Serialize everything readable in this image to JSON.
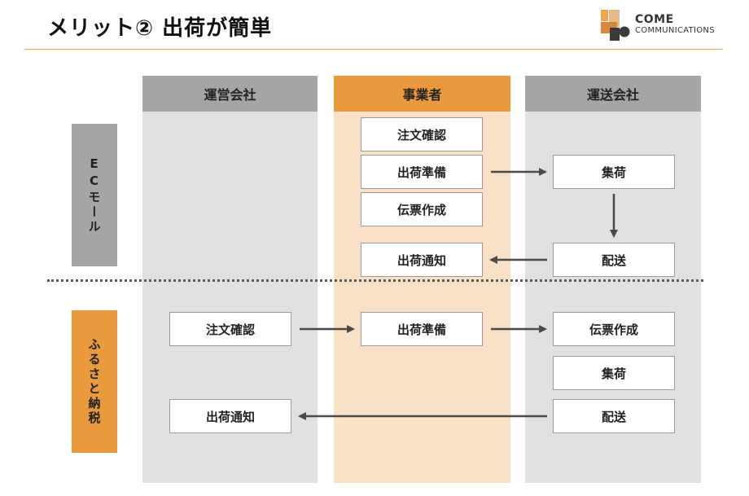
{
  "slide": {
    "title": "メリット② 出荷が簡単"
  },
  "logo": {
    "name": "COME",
    "sub": "COMMUNICATIONS"
  },
  "columns": {
    "operator": "運営会社",
    "business": "事業者",
    "carrier": "運送会社"
  },
  "rows": {
    "ec": "ECモール",
    "furusato": "ふるさと納税"
  },
  "ec_flow": {
    "order_confirm": "注文確認",
    "ship_prep": "出荷準備",
    "slip_create": "伝票作成",
    "ship_notice": "出荷通知",
    "pickup": "集荷",
    "delivery": "配送"
  },
  "furusato_flow": {
    "order_confirm": "注文確認",
    "ship_prep": "出荷準備",
    "slip_create": "伝票作成",
    "pickup": "集荷",
    "delivery": "配送",
    "ship_notice": "出荷通知"
  },
  "colors": {
    "accent_orange": "#e99a3c",
    "light_orange": "#f8e1c6",
    "header_gray": "#a5a5a5",
    "light_gray": "#e1e1e1",
    "arrow": "#4a4a4a"
  }
}
